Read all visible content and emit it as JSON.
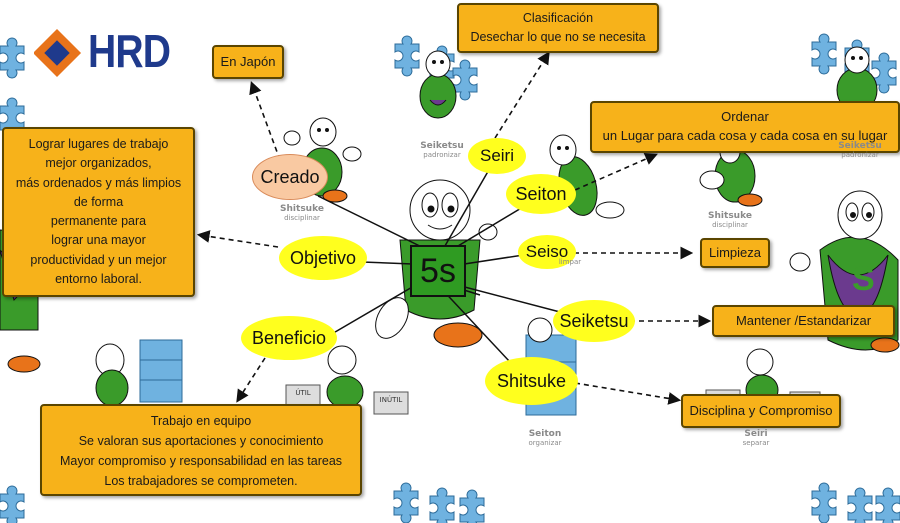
{
  "brand": {
    "logo_text": "HRD"
  },
  "center": {
    "label": "5s"
  },
  "concepts": {
    "seiri": "Seiri",
    "seiton": "Seiton",
    "seiso": "Seiso",
    "seiketsu": "Seiketsu",
    "shitsuke": "Shitsuke",
    "objetivo": "Objetivo",
    "beneficio": "Beneficio",
    "creado": "Creado"
  },
  "boxes": {
    "en_japon": "En Japón",
    "clasificacion": [
      "Clasificación",
      "Desechar lo que no se necesita"
    ],
    "ordenar": [
      "Ordenar",
      "un Lugar para cada cosa y cada cosa en su lugar"
    ],
    "limpieza": "Limpieza",
    "mantener": "Mantener /Estandarizar",
    "disciplina": "Disciplina y Compromiso",
    "objetivo_desc": [
      "Lograr lugares de trabajo",
      "mejor organizados,",
      "más ordenados y más limpios",
      "de forma",
      "permanente para",
      "lograr una mayor",
      "productividad y un mejor",
      "entorno laboral."
    ],
    "beneficio_desc": [
      "Trabajo en equipo",
      "Se valoran sus aportaciones y conocimiento",
      "Mayor compromiso y responsabilidad en las tareas",
      "Los trabajadores se comprometen."
    ]
  },
  "captions": {
    "seiketsu": {
      "main": "Seiketsu",
      "sub": "padronizar"
    },
    "shitsuke_left": {
      "main": "Shitsuke",
      "sub": "disciplinar"
    },
    "shitsuke_right": {
      "main": "Shitsuke",
      "sub": "disciplinar"
    },
    "seiketsu_right": {
      "main": "Seiketsu",
      "sub": "padronizar"
    },
    "seiton": {
      "main": "Seiton",
      "sub": "organizar"
    },
    "seiri": {
      "main": "Seiri",
      "sub": "separar"
    },
    "seiso": {
      "main": "",
      "sub": "limpar"
    }
  },
  "props": {
    "util": "ÚTIL",
    "inutil": "INÚTIL"
  },
  "colors": {
    "box": "#f7b21a",
    "ellipse": "#ffff1e",
    "logo_blue": "#1f3a8c",
    "logo_orange": "#e8731a",
    "mascot_green": "#3a9b2a",
    "mascot_purple": "#6b3a8e",
    "puzzle_blue": "#6fb2e0"
  }
}
